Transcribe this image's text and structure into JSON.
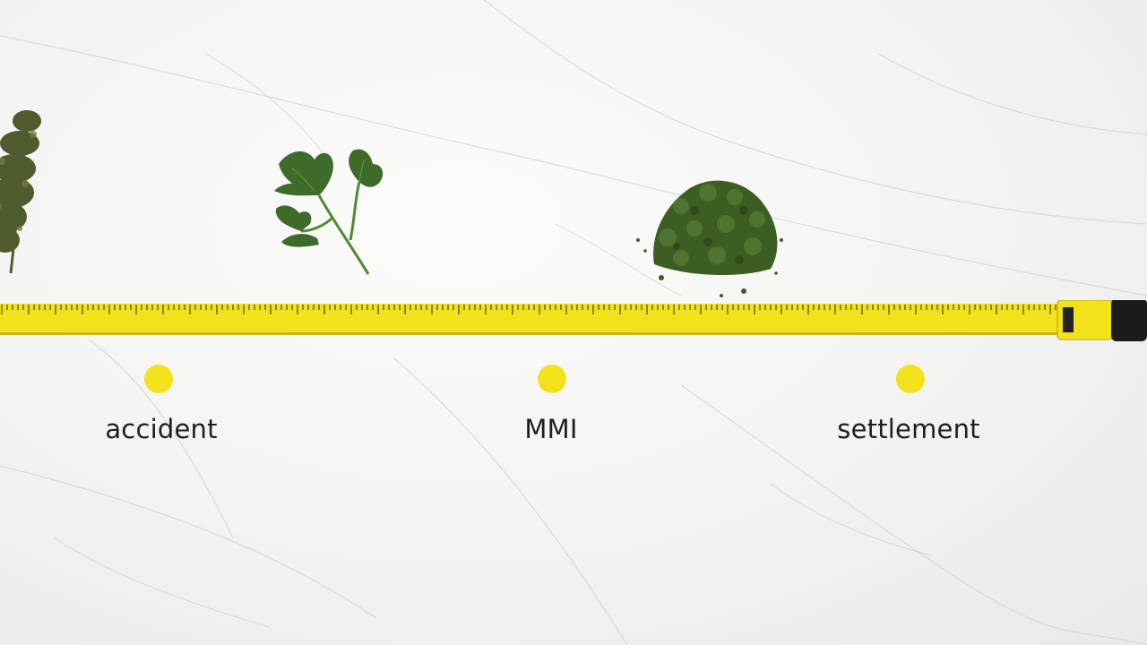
{
  "timeline": {
    "points": [
      {
        "label": "accident"
      },
      {
        "label": "MMI"
      },
      {
        "label": "settlement"
      }
    ]
  },
  "colors": {
    "background": "#f3f3f1",
    "tape": "#f2e21c",
    "dot": "#f2e21c",
    "label": "#1f1f1f",
    "herb": "#3f6b2a"
  },
  "icons": [
    "thyme-sprig-icon",
    "parsley-leaf-icon",
    "herb-pile-icon",
    "measuring-tape-icon"
  ]
}
